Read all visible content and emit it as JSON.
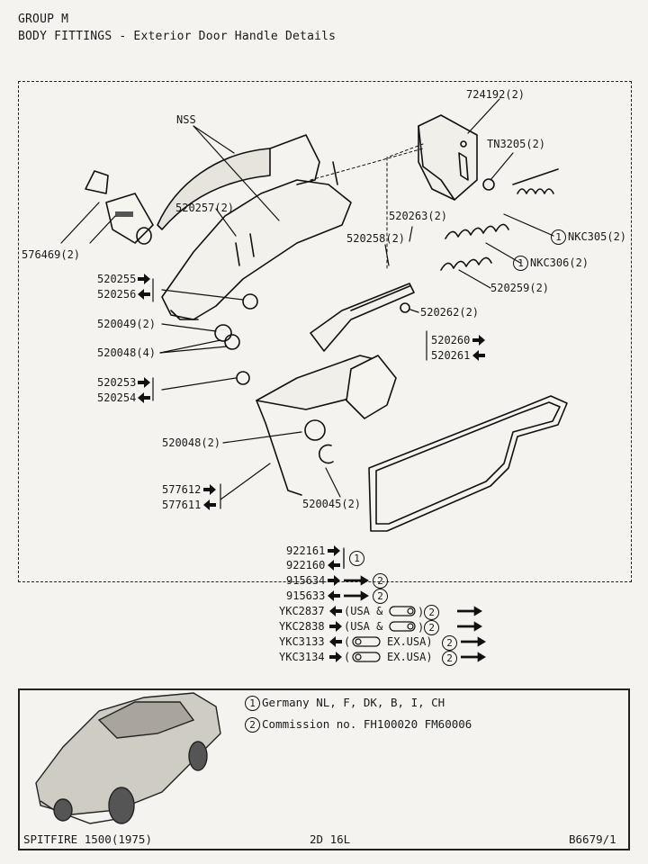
{
  "header": {
    "group": "GROUP M",
    "title": "BODY FITTINGS - Exterior Door Handle Details"
  },
  "parts": {
    "p724192": "724192(2)",
    "pNSS": "NSS",
    "pTN3205": "TN3205(2)",
    "p576469": "576469(2)",
    "p520257": "520257(2)",
    "p520263": "520263(2)",
    "pNKC305": "NKC305(2)",
    "p520258": "520258(2)",
    "pNKC306": "NKC306(2)",
    "p520255": "520255",
    "p520256": "520256",
    "p520259": "520259(2)",
    "p520262": "520262(2)",
    "p520049": "520049(2)",
    "p520260": "520260",
    "p520261": "520261",
    "p520048a": "520048(4)",
    "p520253": "520253",
    "p520254": "520254",
    "p520048b": "520048(2)",
    "p577612": "577612",
    "p577611": "577611",
    "p520045": "520045(2)"
  },
  "list": {
    "r1": "922161",
    "r2": "922160",
    "r3": "915634",
    "r4": "915633",
    "r5": "YKC2837",
    "r5b": "(USA &",
    "r6": "YKC2838",
    "r6b": "(USA &",
    "r7": "YKC3133",
    "r7b": "EX.USA)",
    "r8": "YKC3134",
    "r8b": "EX.USA)",
    "ref1": "1",
    "ref2": "2"
  },
  "notes": {
    "n1_num": "1",
    "n1_text": "Germany NL, F, DK, B, I, CH",
    "n2_num": "2",
    "n2_text": "Commission no. FH100020 FM60006"
  },
  "footer": {
    "model": "SPITFIRE 1500(1975)",
    "page": "2D 16L",
    "ref": "B6679/1"
  }
}
